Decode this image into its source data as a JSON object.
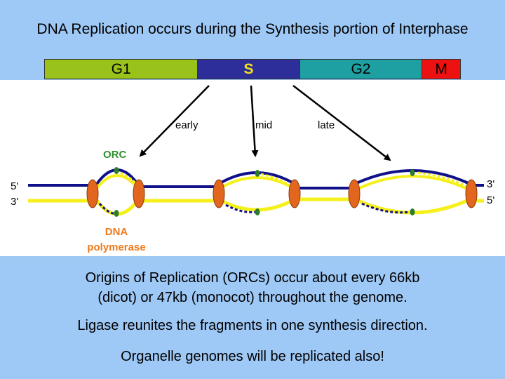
{
  "title": "DNA Replication occurs during the Synthesis portion of Interphase",
  "phases": [
    {
      "label": "G1",
      "color": "#99c31b"
    },
    {
      "label": "S",
      "color": "#2e2e9a"
    },
    {
      "label": "G2",
      "color": "#1ea0a2"
    },
    {
      "label": "M",
      "color": "#ee1111"
    }
  ],
  "diagram": {
    "stages": [
      "early",
      "mid",
      "late"
    ],
    "orc_label": "ORC",
    "polymerase_label": [
      "DNA",
      "polymerase"
    ],
    "left_ends": [
      "5'",
      "3'"
    ],
    "right_ends": [
      "3'",
      "5'"
    ],
    "colors": {
      "strand_top": "#10108a",
      "strand_bottom": "#f5f01a",
      "polymerase": "#e2661e",
      "orc": "#2c7c2c",
      "orc_label": "#2f8f2f",
      "polymerase_label": "#ee7a1c"
    }
  },
  "info": {
    "line1": "Origins of Replication (ORCs) occur about every 66kb",
    "line2": "(dicot) or 47kb (monocot) throughout the genome.",
    "line3": "Ligase reunites the fragments in one synthesis direction.",
    "line4": "Organelle genomes will be replicated also!"
  }
}
